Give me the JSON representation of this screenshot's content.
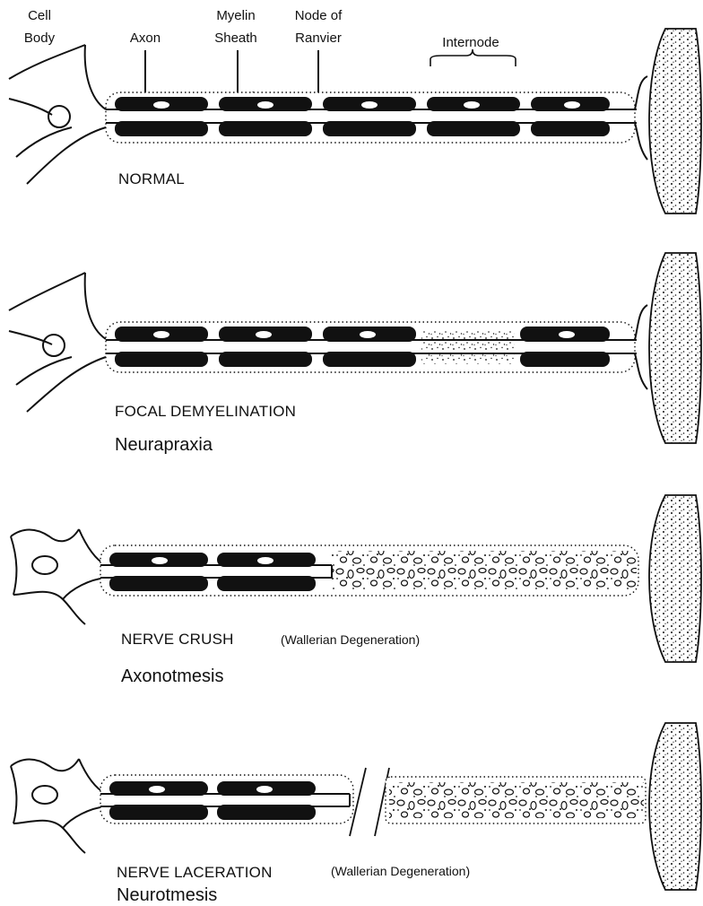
{
  "colors": {
    "ink": "#111111",
    "paper": "#ffffff"
  },
  "labels": {
    "cell_body": [
      "Cell",
      "Body"
    ],
    "axon": "Axon",
    "myelin_sheath": [
      "Myelin",
      "Sheath"
    ],
    "node_of_ranvier": [
      "Node of",
      "Ranvier"
    ],
    "internode": "Internode"
  },
  "panels": [
    {
      "id": "normal",
      "caption": "NORMAL",
      "note": "",
      "subcaption": ""
    },
    {
      "id": "focal-demyelination",
      "caption": "FOCAL DEMYELINATION",
      "note": "",
      "subcaption": "Neurapraxia"
    },
    {
      "id": "nerve-crush",
      "caption": "NERVE CRUSH",
      "note": "(Wallerian Degeneration)",
      "subcaption": "Axonotmesis"
    },
    {
      "id": "nerve-laceration",
      "caption": "NERVE LACERATION",
      "note": "(Wallerian Degeneration)",
      "subcaption": "Neurotmesis"
    }
  ]
}
